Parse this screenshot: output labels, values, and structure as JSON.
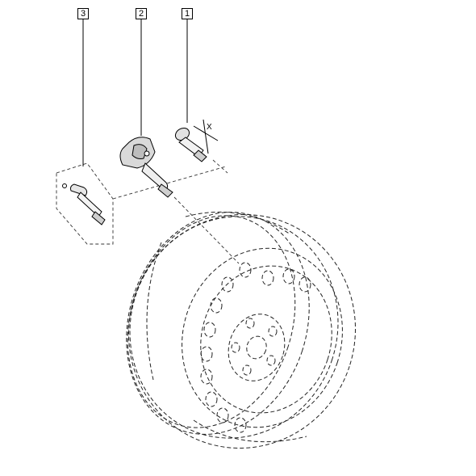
{
  "callouts": [
    {
      "id": "callout-3",
      "label": "3"
    },
    {
      "id": "callout-2",
      "label": "2"
    },
    {
      "id": "callout-1",
      "label": "1"
    }
  ],
  "dimension_label": "X",
  "parts": {
    "part_1": "valve-cap",
    "part_2": "tpms-sensor",
    "part_3": "valve-stem",
    "wheel": "steel-wheel-rim"
  }
}
